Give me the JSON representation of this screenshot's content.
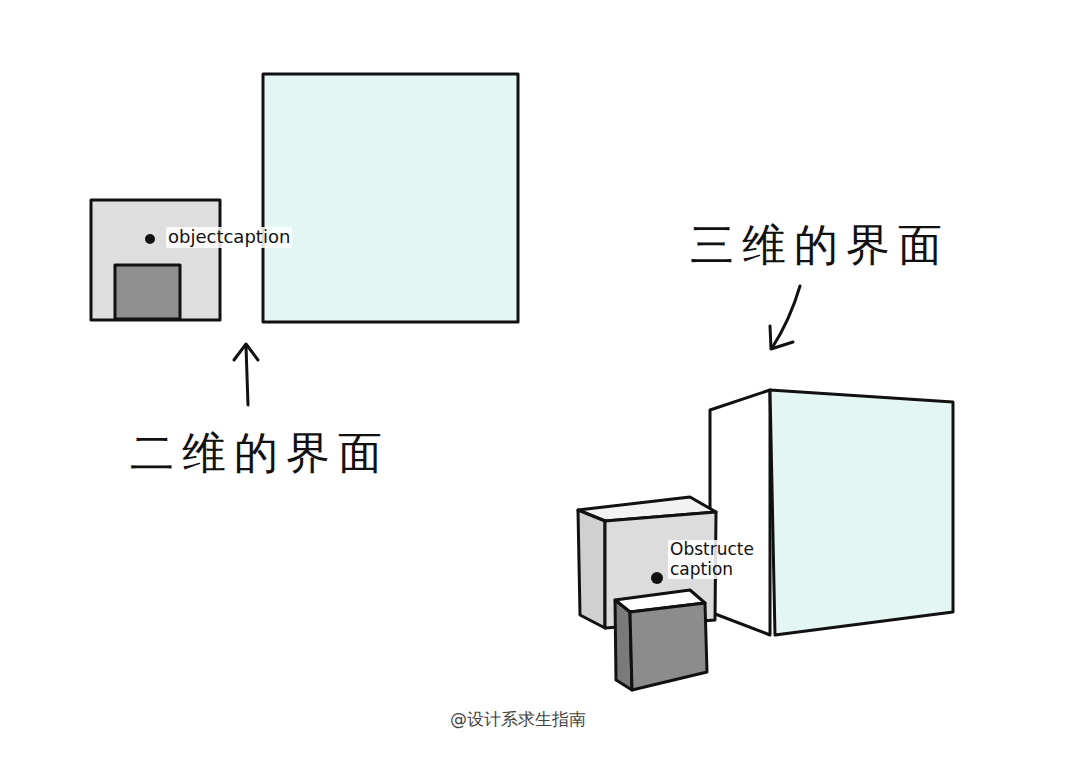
{
  "diagram": {
    "labels": [
      "objectcaption",
      "二维的界面",
      "三维的界面",
      "Obstructe caption",
      "@设计系求生指南"
    ]
  }
}
